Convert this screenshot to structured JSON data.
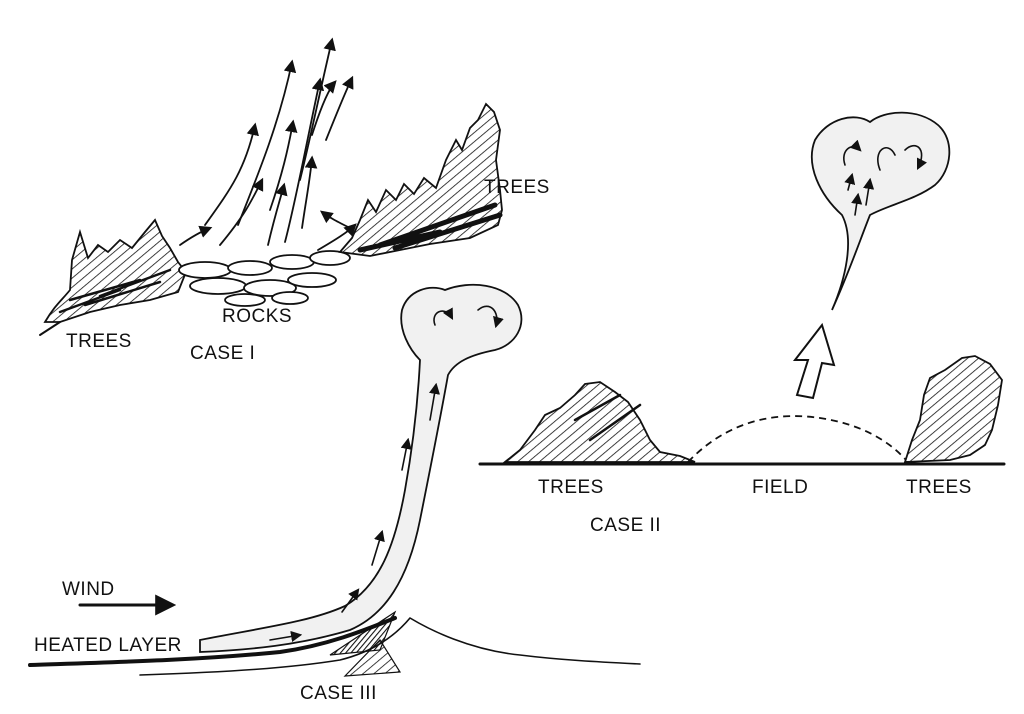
{
  "colors": {
    "ink": "#111111",
    "paper": "#ffffff",
    "stipple": "#f1f1f1"
  },
  "case1": {
    "label": "CASE I",
    "trees_left": "TREES",
    "trees_right": "TREES",
    "rocks": "ROCKS"
  },
  "case2": {
    "label": "CASE II",
    "trees_left": "TREES",
    "field": "FIELD",
    "trees_right": "TREES"
  },
  "case3": {
    "label": "CASE III",
    "wind": "WIND",
    "heated_layer": "HEATED LAYER"
  },
  "icons": [
    "arrow-up-icon",
    "hollow-arrow-up-icon",
    "wind-arrow-icon"
  ]
}
